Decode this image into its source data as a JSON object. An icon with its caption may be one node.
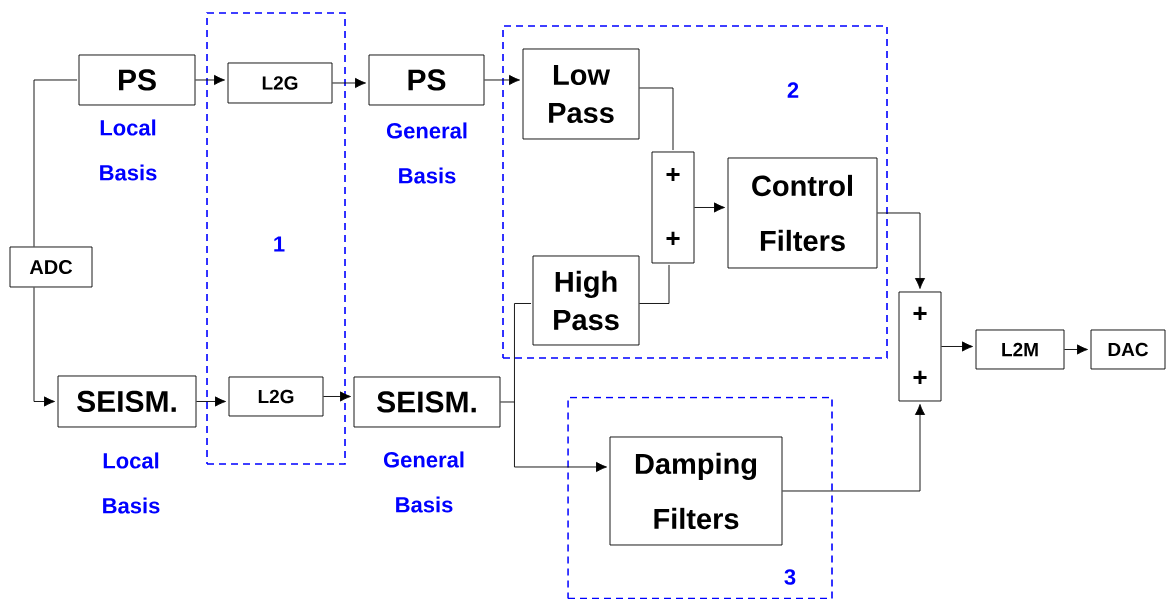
{
  "diagram": {
    "nodes": [
      {
        "text": [
          "1"
        ]
      },
      {
        "text": [
          "2"
        ]
      },
      {
        "text": [
          "3"
        ]
      },
      {
        "text": [
          "ADC"
        ]
      },
      {
        "text": [
          "PS"
        ],
        "beside": [
          "Local Basis"
        ]
      },
      {
        "text": [
          "SEISM."
        ],
        "beside": [
          "Local Basis"
        ]
      },
      {
        "text": [
          "L2G"
        ],
        "in": 0
      },
      {
        "text": [
          "L2G"
        ],
        "in": 0
      },
      {
        "text": [
          "PS"
        ],
        "beside": [
          "General Basis"
        ]
      },
      {
        "text": [
          "SEISM."
        ],
        "beside": [
          "General Basis"
        ]
      },
      {
        "text": [
          "Low Pass"
        ],
        "in": 1
      },
      {
        "text": [
          "+",
          "+"
        ],
        "in": 1
      },
      {
        "text": [
          "Control Filters"
        ],
        "in": 1
      },
      {
        "text": [
          "High Pass"
        ],
        "in": 1
      },
      {
        "text": [
          "Damping Filters"
        ],
        "in": 2
      },
      {
        "text": [
          "+",
          "+"
        ]
      },
      {
        "text": [
          "L2M"
        ]
      },
      {
        "text": [
          "DAC"
        ]
      }
    ],
    "edges": [
      {
        "from": 3,
        "to": 4,
        "arrow": "none"
      },
      {
        "from": 3,
        "to": 5,
        "arrow": "to"
      },
      {
        "from": 4,
        "to": 6,
        "arrow": "to"
      },
      {
        "from": 6,
        "to": 8,
        "arrow": "to"
      },
      {
        "from": 5,
        "to": 7,
        "arrow": "to"
      },
      {
        "from": 7,
        "to": 9,
        "arrow": "to"
      },
      {
        "from": 8,
        "to": 10,
        "arrow": "to"
      },
      {
        "from": 9,
        "to": 13,
        "arrow": "none"
      },
      {
        "from": 9,
        "to": 14,
        "arrow": "to"
      },
      {
        "from": 10,
        "to": 11,
        "arrow": "none"
      },
      {
        "from": 13,
        "to": 11,
        "arrow": "none"
      },
      {
        "from": 11,
        "to": 12,
        "arrow": "to"
      },
      {
        "from": 12,
        "to": 15,
        "arrow": "to"
      },
      {
        "from": 14,
        "to": 15,
        "arrow": "to"
      },
      {
        "from": 15,
        "to": 16,
        "arrow": "to"
      },
      {
        "from": 16,
        "to": 17,
        "arrow": "to"
      }
    ]
  }
}
